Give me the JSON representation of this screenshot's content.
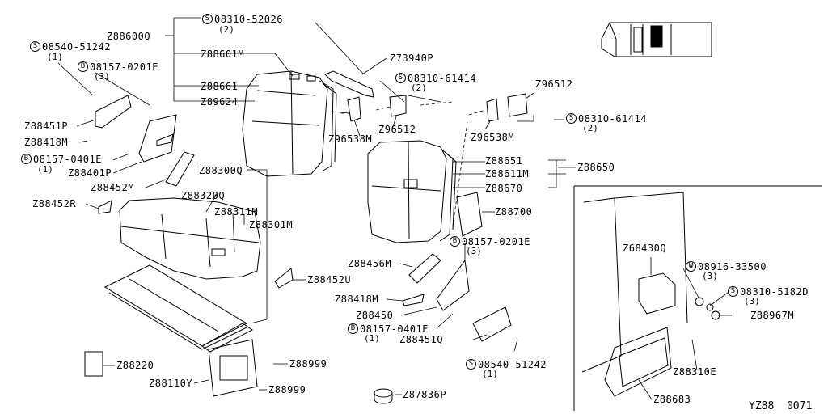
{
  "diagram_code": "YZ88  0071",
  "parts": {
    "p_z88600q": "Z88600Q",
    "p_z88601m": "Z88601M",
    "p_z88661": "Z88661",
    "p_z89624": "Z89624",
    "p_z73940p": "Z73940P",
    "p_z88451p": "Z88451P",
    "p_z88418m_a": "Z88418M",
    "p_z88401p": "Z88401P",
    "p_z88452m": "Z88452M",
    "p_z88452r": "Z88452R",
    "p_z88300q": "Z88300Q",
    "p_z88320q": "Z88320Q",
    "p_z88311m": "Z88311M",
    "p_z88301m": "Z88301M",
    "p_z96538m_a": "Z96538M",
    "p_z96512_a": "Z96512",
    "p_z96512_b": "Z96512",
    "p_z96538m_b": "Z96538M",
    "p_z88651": "Z88651",
    "p_z88611m": "Z88611M",
    "p_z88670": "Z88670",
    "p_z88650": "Z88650",
    "p_z88700": "Z88700",
    "p_z88456m": "Z88456M",
    "p_z88452u": "Z88452U",
    "p_z88418m_b": "Z88418M",
    "p_z88450": "Z88450",
    "p_z88451q": "Z88451Q",
    "p_z88220": "Z88220",
    "p_z88999_a": "Z88999",
    "p_z88110y": "Z88110Y",
    "p_z88999_b": "Z88999",
    "p_z87836p": "Z87836P",
    "p_z68430q": "Z68430Q",
    "p_z88967m": "Z88967M",
    "p_z88310e": "Z88310E",
    "p_z88683": "Z88683"
  },
  "fasteners": {
    "f1_prefix": "S",
    "f1_num": "08310-52026",
    "f1_qty": "(2)",
    "f2_prefix": "S",
    "f2_num": "08540-51242",
    "f2_qty": "(1)",
    "f3_prefix": "B",
    "f3_num": "08157-0201E",
    "f3_qty": "(3)",
    "f4_prefix": "B",
    "f4_num": "08157-0401E",
    "f4_qty": "(1)",
    "f5_prefix": "S",
    "f5_num": "08310-61414",
    "f5_qty": "(2)",
    "f6_prefix": "S",
    "f6_num": "08310-61414",
    "f6_qty": "(2)",
    "f7_prefix": "B",
    "f7_num": "08157-0201E",
    "f7_qty": "(3)",
    "f8_prefix": "B",
    "f8_num": "08157-0401E",
    "f8_qty": "(1)",
    "f9_prefix": "S",
    "f9_num": "08540-51242",
    "f9_qty": "(1)",
    "f10_prefix": "W",
    "f10_num": "08916-33500",
    "f10_qty": "(3)",
    "f11_prefix": "S",
    "f11_num": "08310-5182D",
    "f11_qty": "(3)"
  }
}
